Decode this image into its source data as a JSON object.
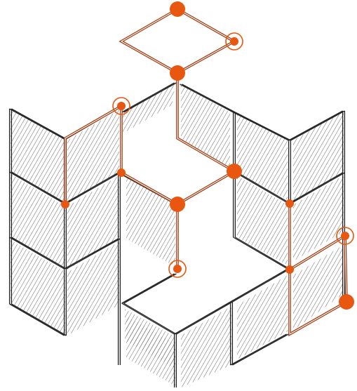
{
  "diagram": {
    "type": "isometric-grid-path",
    "colors": {
      "accent": "#e8560f",
      "path_stroke": "#a23a10",
      "line": "#222222",
      "hatch": "#555555",
      "background": "#ffffff"
    },
    "nodes": [
      {
        "id": "n1",
        "style": "solid-large"
      },
      {
        "id": "n2",
        "style": "ring"
      },
      {
        "id": "n3",
        "style": "solid-large"
      },
      {
        "id": "n4",
        "style": "ring"
      },
      {
        "id": "n5",
        "style": "solid-small"
      },
      {
        "id": "n6",
        "style": "solid-small"
      },
      {
        "id": "n7",
        "style": "solid-large"
      },
      {
        "id": "n8",
        "style": "solid-large"
      },
      {
        "id": "n9",
        "style": "ring"
      },
      {
        "id": "n10",
        "style": "solid-small"
      },
      {
        "id": "n11",
        "style": "solid-small"
      },
      {
        "id": "n12",
        "style": "ring"
      },
      {
        "id": "n13",
        "style": "solid-large"
      }
    ],
    "paths": [
      {
        "id": "top-diamond",
        "nodes": [
          "n1",
          "n2",
          "n3"
        ]
      },
      {
        "id": "left-branch",
        "nodes": [
          "n4",
          "n5",
          "n6",
          "n7"
        ]
      },
      {
        "id": "center-branch",
        "nodes": [
          "n3",
          "n8",
          "n7",
          "n9"
        ]
      },
      {
        "id": "right-branch",
        "nodes": [
          "n10",
          "n11",
          "n12",
          "n13"
        ]
      }
    ]
  }
}
